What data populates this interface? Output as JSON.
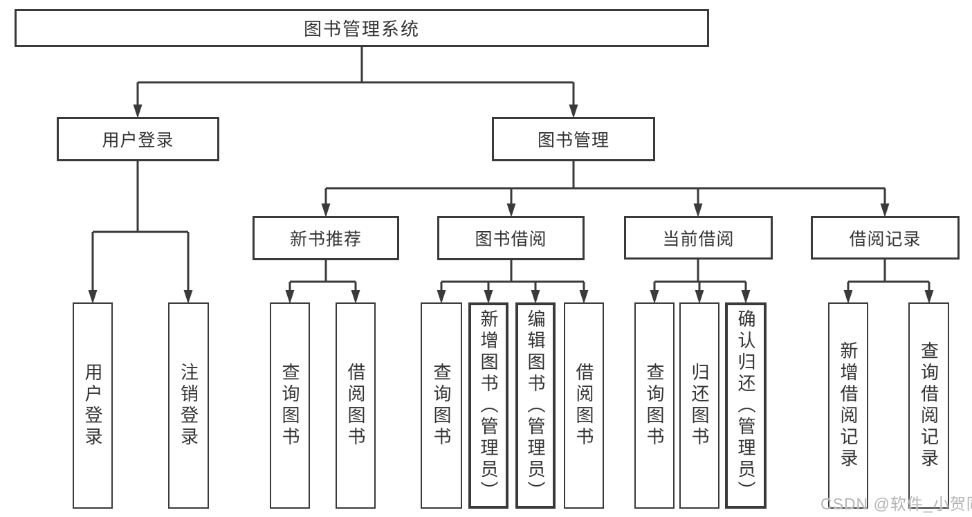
{
  "tree": {
    "root": {
      "label": "图书管理系统"
    },
    "branches": [
      {
        "label": "用户登录",
        "children": [
          {
            "label": "用户登录"
          },
          {
            "label": "注销登录"
          }
        ]
      },
      {
        "label": "图书管理",
        "children": [
          {
            "label": "新书推荐",
            "children": [
              {
                "label": "查询图书"
              },
              {
                "label": "借阅图书"
              }
            ]
          },
          {
            "label": "图书借阅",
            "children": [
              {
                "label": "查询图书"
              },
              {
                "label": "新增图书（管理员）"
              },
              {
                "label": "编辑图书（管理员）"
              },
              {
                "label": "借阅图书"
              }
            ]
          },
          {
            "label": "当前借阅",
            "children": [
              {
                "label": "查询图书"
              },
              {
                "label": "归还图书"
              },
              {
                "label": "确认归还（管理员）"
              }
            ]
          },
          {
            "label": "借阅记录",
            "children": [
              {
                "label": "新增借阅记录"
              },
              {
                "label": "查询借阅记录"
              }
            ]
          }
        ]
      }
    ]
  },
  "watermark": {
    "text": "CSDN @软件_小贺同学"
  },
  "colors": {
    "line": "#3a3a3a",
    "text": "#333333",
    "box_background": "#ffffff",
    "watermark": "#b4b4b4"
  }
}
